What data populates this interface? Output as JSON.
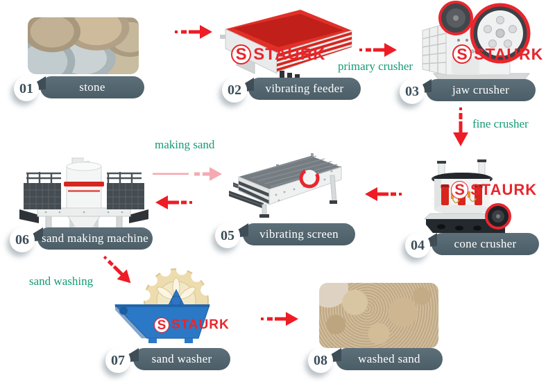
{
  "brand": {
    "logo_letter": "S",
    "logo_text": "STAURK"
  },
  "colors": {
    "arrow_red": "#ee1c25",
    "arrow_pink": "#f6a9b1",
    "annotation_green": "#149a74",
    "badge_fill": "#53656e",
    "badge_pointer": "#3e4d56",
    "badge_number": "#3c4f5a",
    "logo_red": "#e8262d"
  },
  "stages": [
    {
      "number": "01",
      "label": "stone"
    },
    {
      "number": "02",
      "label": "vibrating feeder"
    },
    {
      "number": "03",
      "label": "jaw crusher"
    },
    {
      "number": "04",
      "label": "cone crusher"
    },
    {
      "number": "05",
      "label": "vibrating screen"
    },
    {
      "number": "06",
      "label": "sand making machine"
    },
    {
      "number": "07",
      "label": "sand washer"
    },
    {
      "number": "08",
      "label": "washed sand"
    }
  ],
  "annotations": {
    "primary_crusher": "primary crusher",
    "fine_crusher": "fine crusher",
    "making_sand": "making sand",
    "sand_washing": "sand washing"
  },
  "flow": [
    {
      "from": "stone",
      "to": "vibrating feeder",
      "arrow": "arrow-right-icon",
      "color": "#ee1c25"
    },
    {
      "from": "vibrating feeder",
      "to": "jaw crusher",
      "arrow": "arrow-right-icon",
      "color": "#ee1c25",
      "label": "primary crusher"
    },
    {
      "from": "jaw crusher",
      "to": "cone crusher",
      "arrow": "arrow-down-icon",
      "color": "#ee1c25",
      "label": "fine crusher"
    },
    {
      "from": "cone crusher",
      "to": "vibrating screen",
      "arrow": "arrow-left-icon",
      "color": "#ee1c25"
    },
    {
      "from": "vibrating screen",
      "to": "sand making machine",
      "arrow": "arrow-left-icon",
      "color": "#ee1c25"
    },
    {
      "from": "sand making machine",
      "to": "vibrating screen",
      "arrow": "arrow-right-icon",
      "color": "#f6a9b1",
      "label": "making sand"
    },
    {
      "from": "vibrating screen",
      "to": "sand washer",
      "arrow": "arrow-down-right-icon",
      "color": "#ee1c25",
      "label": "sand washing"
    },
    {
      "from": "sand washer",
      "to": "washed sand",
      "arrow": "arrow-right-icon",
      "color": "#ee1c25"
    }
  ]
}
